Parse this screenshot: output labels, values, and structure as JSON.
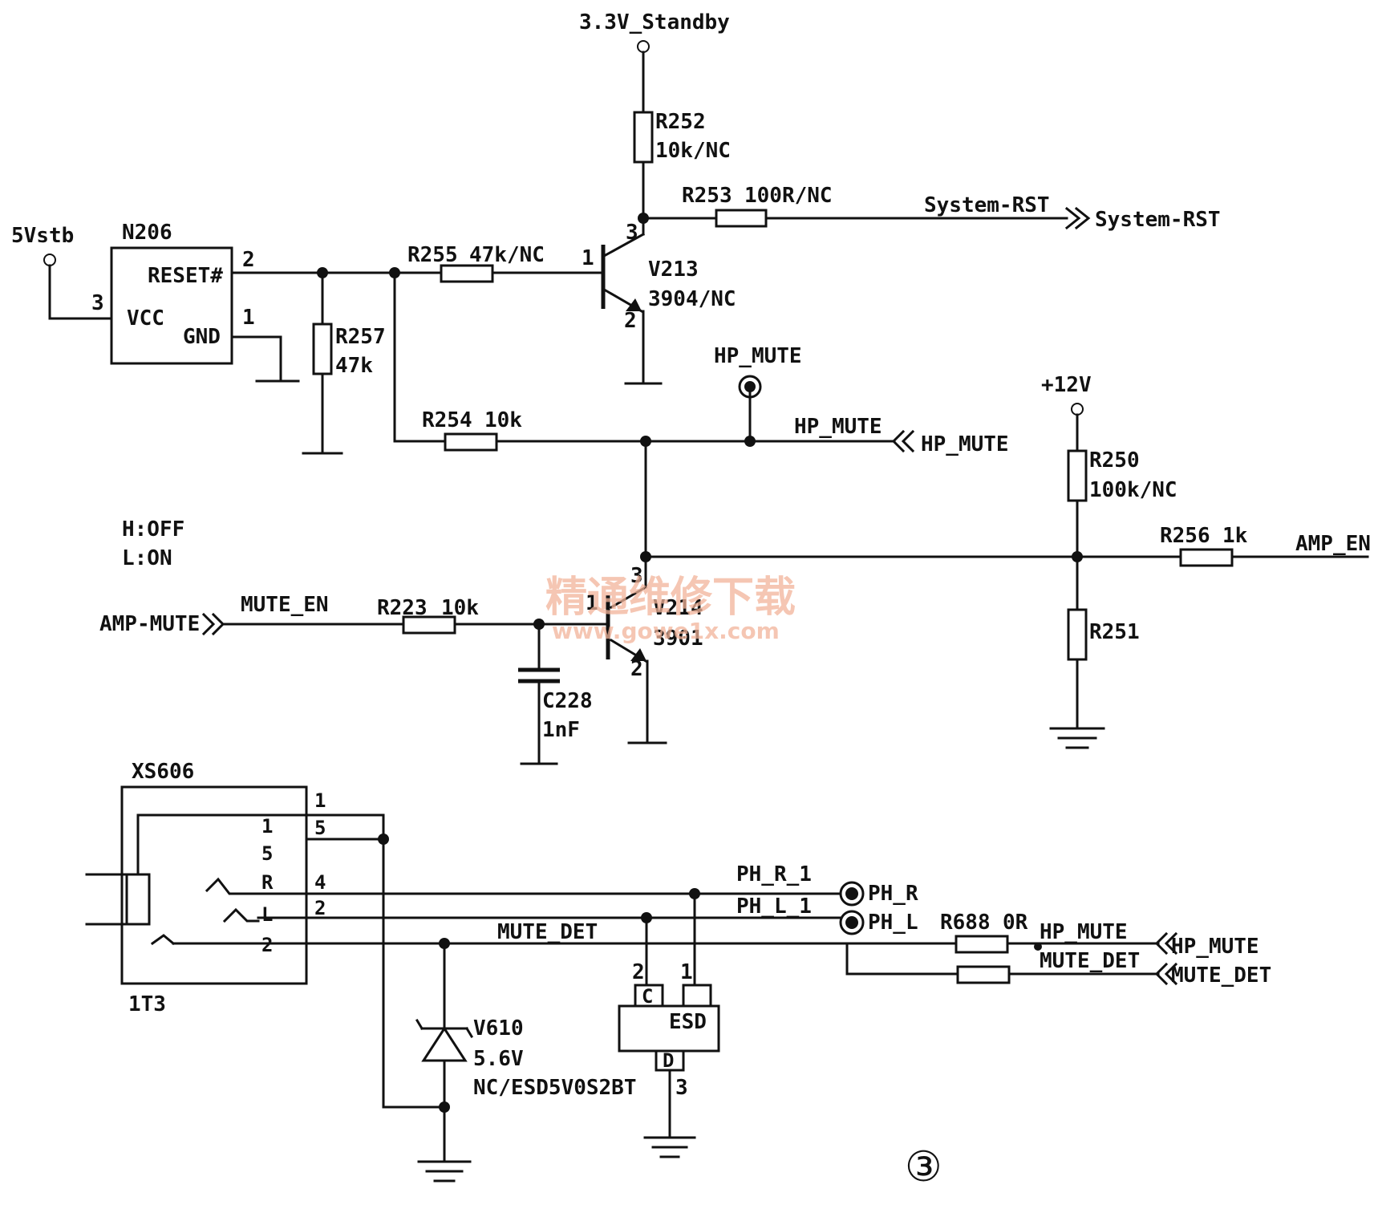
{
  "nets": {
    "v33_standby": "3.3V_Standby",
    "v5stb": "5Vstb",
    "v12": "+12V",
    "system_rst_wire": "System-RST",
    "system_rst_port": "System-RST",
    "hp_mute_probe": "HP_MUTE",
    "hp_mute_wire": "HP_MUTE",
    "hp_mute_port": "HP_MUTE",
    "hp_mute_wire2": "HP_MUTE",
    "hp_mute_port2": "HP_MUTE",
    "amp_en": "AMP_EN",
    "amp_mute": "AMP-MUTE",
    "mute_en": "MUTE_EN",
    "ph_r_1": "PH_R_1",
    "ph_l_1": "PH_L_1",
    "ph_r": "PH_R",
    "ph_l": "PH_L",
    "mute_det_wire": "MUTE_DET",
    "mute_det_wire2": "MUTE_DET",
    "mute_det_port": "MUTE_DET"
  },
  "parts": {
    "n206": {
      "ref": "N206",
      "reset": "RESET#",
      "vcc": "VCC",
      "gnd": "GND",
      "pin_reset": "2",
      "pin_vcc": "3",
      "pin_gnd": "1"
    },
    "r252": {
      "ref": "R252",
      "value": "10k/NC"
    },
    "r253": {
      "ref": "R253",
      "value": "100R/NC"
    },
    "r255": {
      "ref": "R255",
      "value": "47k/NC"
    },
    "r257": {
      "ref": "R257",
      "value": "47k"
    },
    "r254": {
      "ref": "R254",
      "value": "10k"
    },
    "r250": {
      "ref": "R250",
      "value": "100k/NC"
    },
    "r256": {
      "ref": "R256",
      "value": "1k"
    },
    "r251": {
      "ref": "R251"
    },
    "r223": {
      "ref": "R223",
      "value": "10k"
    },
    "r688": {
      "ref": "R688",
      "value": "0R"
    },
    "c228": {
      "ref": "C228",
      "value": "1nF"
    },
    "v213": {
      "ref": "V213",
      "value": "3904/NC",
      "pin_b": "1",
      "pin_c": "3",
      "pin_e": "2"
    },
    "v214": {
      "ref": "V214",
      "value": "3901",
      "pin_b": "1",
      "pin_c": "3",
      "pin_e": "2"
    },
    "v610": {
      "ref": "V610",
      "value": "5.6V",
      "alt": "NC/ESD5V0S2BT"
    },
    "esd": {
      "ref": "ESD",
      "pin_c": "C",
      "pin_d": "D",
      "pin2": "2",
      "pin1": "1",
      "pin3": "3"
    },
    "xs606": {
      "ref": "XS606",
      "footprint": "1T3",
      "inner": [
        "1",
        "5",
        "R",
        "L",
        "2"
      ],
      "outer_pins": [
        "1",
        "5",
        "4",
        "2"
      ]
    }
  },
  "notes": {
    "h": "H:OFF",
    "l": "L:ON",
    "page": "③"
  },
  "watermark": {
    "cn": "精通维修下载",
    "url": "www.gowe1x.com"
  }
}
